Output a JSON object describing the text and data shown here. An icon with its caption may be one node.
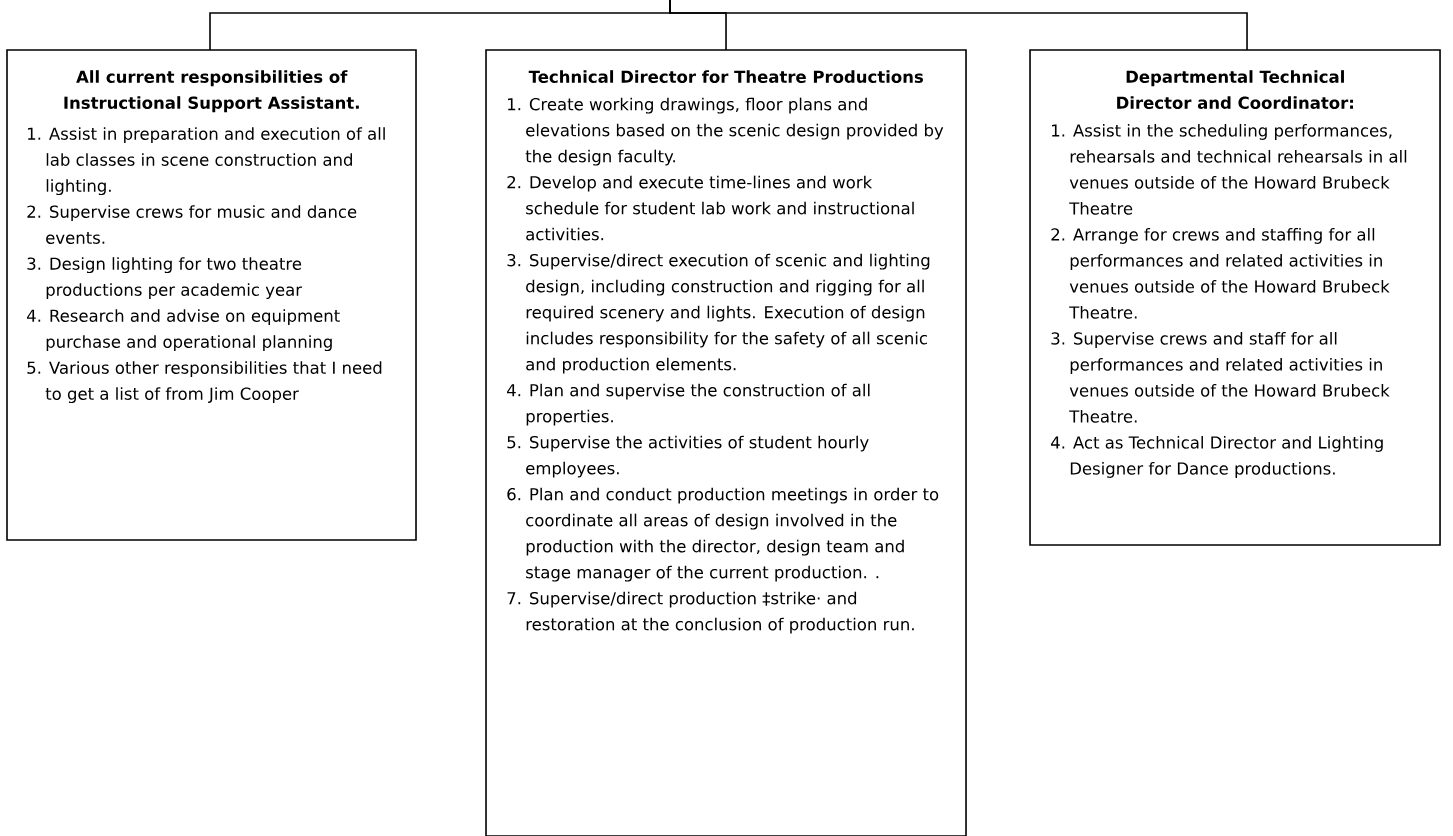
{
  "diagram": {
    "nodes": [
      {
        "text": [
          "All current responsibilities of Instructional Support Assistant.",
          "1. Assist in preparation and execution of all lab classes in scene construction and lighting.",
          "2. Supervise crews for music and dance events.",
          "3. Design lighting for two theatre productions per academic year",
          "4. Research and advise on equipment purchase and operational planning",
          "5. Various other responsibilities that I need to get a list of from Jim Cooper"
        ]
      },
      {
        "text": [
          "Technical Director for Theatre Productions",
          "1. Create working drawings, floor plans and elevations based on the scenic design provided by the design faculty.",
          "2. Develop and execute time-lines and work schedule for student lab work and instructional activities.",
          "3. Supervise/direct execution of scenic and lighting design, including construction and rigging for all required scenery and lights. Execution of design includes responsibility for the safety of all scenic and production elements.",
          "4. Plan and supervise the construction of all properties.",
          "5. Supervise the activities of student hourly employees.",
          "6. Plan and conduct production meetings in order to coordinate all areas of design involved in the production with the director, design team and stage manager of the current production.  .",
          "7. Supervise/direct production ‡strike· and restoration at the conclusion of production run."
        ]
      },
      {
        "text": [
          "Departmental Technical Director and Coordinator:",
          "1. Assist in the scheduling performances, rehearsals and technical rehearsals in all venues outside of the Howard Brubeck Theatre",
          "2. Arrange for crews and staffing for all performances and related activities in venues outside of the Howard Brubeck Theatre.",
          "3. Supervise crews and staff for all performances and related activities in venues outside of the Howard Brubeck Theatre.",
          "4. Act as Technical Director and Lighting Designer for Dance productions."
        ]
      }
    ],
    "edges": [
      {
        "from": null,
        "to": 0,
        "arrow": "none"
      },
      {
        "from": null,
        "to": 1,
        "arrow": "none"
      },
      {
        "from": null,
        "to": 2,
        "arrow": "none"
      }
    ]
  }
}
